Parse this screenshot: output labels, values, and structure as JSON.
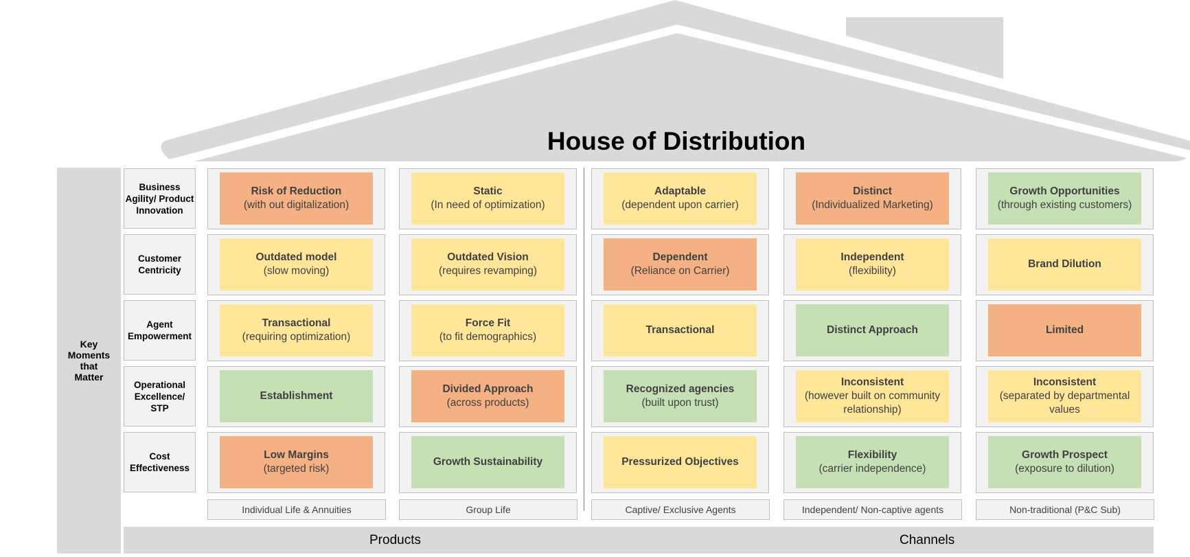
{
  "title": "House of Distribution",
  "side_label": "Key Moments that Matter",
  "colors": {
    "orange": "#f4b183",
    "yellow": "#ffe699",
    "green": "#c5e0b4",
    "gray": "#d9d9d9"
  },
  "rows": [
    "Business Agility/ Product Innovation",
    "Customer Centricity",
    "Agent Empowerment",
    "Operational Excellence/ STP",
    "Cost Effectiveness"
  ],
  "columns": [
    "Individual Life & Annuities",
    "Group Life",
    "Captive/ Exclusive Agents",
    "Independent/ Non-captive agents",
    "Non-traditional (P&C Sub)"
  ],
  "groups": {
    "products": "Products",
    "channels": "Channels"
  },
  "grid": [
    [
      {
        "title": "Risk of Reduction",
        "sub": "(with out digitalization)",
        "status": "orange"
      },
      {
        "title": "Static",
        "sub": "(In need of optimization)",
        "status": "yellow"
      },
      {
        "title": "Adaptable",
        "sub": "(dependent upon carrier)",
        "status": "yellow"
      },
      {
        "title": "Distinct",
        "sub": "(Individualized Marketing)",
        "status": "orange"
      },
      {
        "title": "Growth Opportunities",
        "sub": "(through existing customers)",
        "status": "green"
      }
    ],
    [
      {
        "title": "Outdated model",
        "sub": "(slow moving)",
        "status": "yellow"
      },
      {
        "title": "Outdated Vision",
        "sub": "(requires revamping)",
        "status": "yellow"
      },
      {
        "title": "Dependent",
        "sub": "(Reliance on Carrier)",
        "status": "orange"
      },
      {
        "title": "Independent",
        "sub": "(flexibility)",
        "status": "yellow"
      },
      {
        "title": "Brand Dilution",
        "sub": "",
        "status": "yellow"
      }
    ],
    [
      {
        "title": "Transactional",
        "sub": "(requiring optimization)",
        "status": "yellow"
      },
      {
        "title": "Force Fit",
        "sub": "(to fit demographics)",
        "status": "yellow"
      },
      {
        "title": "Transactional",
        "sub": "",
        "status": "yellow"
      },
      {
        "title": "Distinct Approach",
        "sub": "",
        "status": "green"
      },
      {
        "title": "Limited",
        "sub": "",
        "status": "orange"
      }
    ],
    [
      {
        "title": "Establishment",
        "sub": "",
        "status": "green"
      },
      {
        "title": "Divided Approach",
        "sub": "(across products)",
        "status": "orange"
      },
      {
        "title": "Recognized agencies",
        "sub": "(built upon trust)",
        "status": "green"
      },
      {
        "title": "Inconsistent",
        "sub": "(however built on community relationship)",
        "status": "yellow"
      },
      {
        "title": "Inconsistent",
        "sub": "(separated by departmental values",
        "status": "yellow"
      }
    ],
    [
      {
        "title": "Low Margins",
        "sub": "(targeted risk)",
        "status": "orange"
      },
      {
        "title": "Growth Sustainability",
        "sub": "",
        "status": "green"
      },
      {
        "title": "Pressurized Objectives",
        "sub": "",
        "status": "yellow"
      },
      {
        "title": "Flexibility",
        "sub": "(carrier independence)",
        "status": "green"
      },
      {
        "title": "Growth Prospect",
        "sub": "(exposure to dilution)",
        "status": "green"
      }
    ]
  ]
}
